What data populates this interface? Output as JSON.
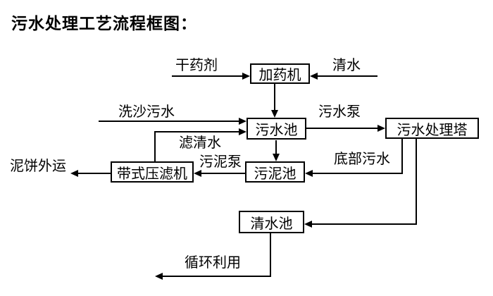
{
  "title": "污水处理工艺流程框图：",
  "diagram": {
    "nodes": {
      "dosing_machine": "加药机",
      "sewage_pool": "污水池",
      "treatment_tower": "污水处理塔",
      "sludge_pool": "污泥池",
      "belt_filter_press": "带式压滤机",
      "clean_water_pool": "清水池"
    },
    "flow_labels": {
      "dry_agent": "干药剂",
      "clean_water": "清水",
      "sand_wash_sewage": "洗沙污水",
      "sewage_pump": "污水泵",
      "filtered_water": "滤清水",
      "sludge_pump": "污泥泵",
      "bottom_sewage": "底部污水",
      "mud_cake_out": "泥饼外运",
      "recycle_use": "循环利用"
    },
    "edges": [
      {
        "from": "干药剂",
        "to": "加药机",
        "label": ""
      },
      {
        "from": "清水",
        "to": "加药机",
        "label": ""
      },
      {
        "from": "加药机",
        "to": "污水池",
        "label": ""
      },
      {
        "from": "洗沙污水",
        "to": "污水池",
        "label": ""
      },
      {
        "from": "带式压滤机",
        "to": "污水池",
        "label": "滤清水"
      },
      {
        "from": "污水池",
        "to": "污水处理塔",
        "label": "污水泵"
      },
      {
        "from": "污水池",
        "to": "污泥池",
        "label": ""
      },
      {
        "from": "污水处理塔",
        "to": "污泥池",
        "label": "底部污水"
      },
      {
        "from": "污泥池",
        "to": "带式压滤机",
        "label": "污泥泵"
      },
      {
        "from": "带式压滤机",
        "to": "泥饼外运",
        "label": ""
      },
      {
        "from": "污水处理塔",
        "to": "清水池",
        "label": ""
      },
      {
        "from": "清水池",
        "to": "循环利用",
        "label": ""
      }
    ],
    "colors": {
      "line": "#000000",
      "text": "#000000",
      "background": "#ffffff"
    }
  }
}
